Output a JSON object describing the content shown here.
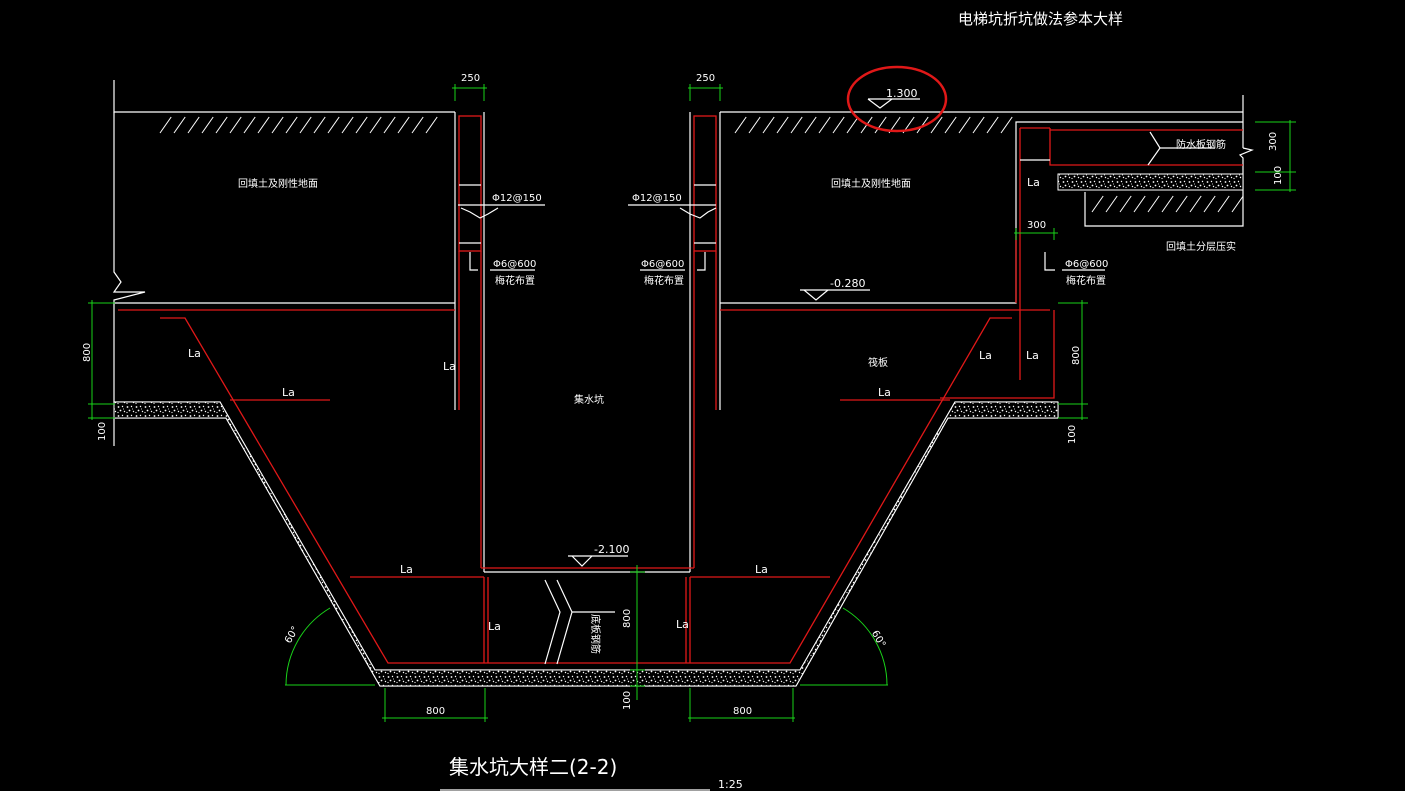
{
  "title": "电梯坑折坑做法参本大样",
  "dims": {
    "w250_left": "250",
    "w250_right": "250",
    "d300_top": "300",
    "d100_top": "100",
    "d300_wall": "300",
    "d800_left": "800",
    "d100_left": "100",
    "d800_right": "800",
    "d100_right": "100",
    "d800_center": "800",
    "d100_center": "100",
    "b800_left": "800",
    "b800_right": "800"
  },
  "levels": {
    "top": "1.300",
    "mid": "-0.280",
    "bottom": "-2.100"
  },
  "rebar": {
    "left_main": "Φ12@150",
    "right_main": "Φ12@150",
    "left_tie": "Φ6@600",
    "right_tie": "Φ6@600",
    "far_tie": "Φ6@600",
    "tie_note_left": "梅花布置",
    "tie_note_right": "梅花布置",
    "tie_note_far": "梅花布置"
  },
  "labels": {
    "backfill_left": "回填土及刚性地面",
    "backfill_right": "回填土及刚性地面",
    "backfill_far": "回填土分层压实",
    "waterproof": "防水板钢筋",
    "pit": "集水坑",
    "slab": "筏板",
    "bottom_rebar": "底板钢筋",
    "la": "La"
  },
  "angles": {
    "left": "60°",
    "right": "60°"
  },
  "caption": {
    "main": "集水坑大样二(2-2)",
    "scale": "1:25"
  },
  "highlight_color": "#e01818",
  "dim_color": "#19d219"
}
